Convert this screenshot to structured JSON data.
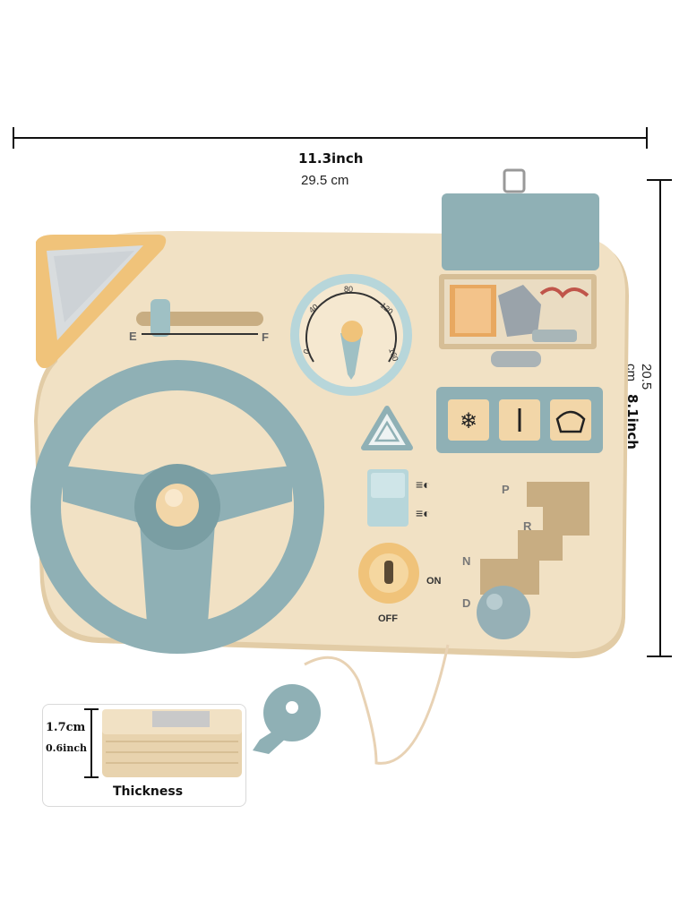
{
  "dimensions": {
    "width_inch": "11.3inch",
    "width_cm": "29.5 cm",
    "height_inch": "8.1inch",
    "height_cm": "20.5 cm"
  },
  "thickness": {
    "cm": "1.7cm",
    "inch": "0.6inch",
    "label": "Thickness"
  },
  "board": {
    "fuel_gauge": {
      "empty_label": "E",
      "full_label": "F"
    },
    "speedometer": {
      "ticks": [
        "0",
        "40",
        "80",
        "120",
        "160"
      ]
    },
    "ignition": {
      "on_label": "ON",
      "off_label": "OFF"
    },
    "gear_shift": {
      "gears": [
        "P",
        "R",
        "N",
        "D"
      ]
    },
    "climate_buttons": [
      "snowflake-icon",
      "wiper-icon",
      "defrost-icon"
    ],
    "light_icons": [
      "high-beam-icon",
      "low-beam-icon"
    ]
  },
  "colors": {
    "wood": "#f1e1c4",
    "wood_edge": "#e2cca6",
    "teal": "#8fb0b5",
    "teal_dark": "#7a9ea3",
    "orange": "#f0c37a"
  }
}
